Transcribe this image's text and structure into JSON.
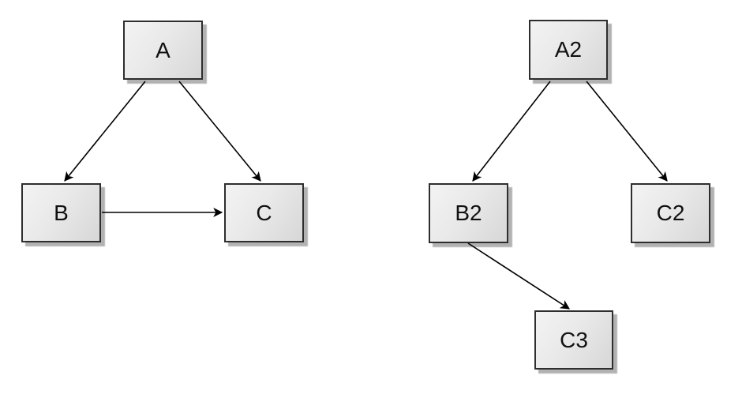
{
  "diagram": {
    "background_color": "#ffffff",
    "node_style": {
      "fill_light": "#f3f3f3",
      "fill_dark": "#d7d7d7",
      "border_color": "#2e2e2e",
      "shadow_color": "#b3b3b3",
      "text_color": "#111111"
    },
    "edge_style": {
      "color": "#000000",
      "arrowhead": "filled-dart"
    },
    "nodes": [
      {
        "id": "A",
        "label": "A"
      },
      {
        "id": "B",
        "label": "B"
      },
      {
        "id": "C",
        "label": "C"
      },
      {
        "id": "A2",
        "label": "A2"
      },
      {
        "id": "B2",
        "label": "B2"
      },
      {
        "id": "C2",
        "label": "C2"
      },
      {
        "id": "C3",
        "label": "C3"
      }
    ],
    "edges": [
      {
        "from": "A",
        "to": "B"
      },
      {
        "from": "A",
        "to": "C"
      },
      {
        "from": "B",
        "to": "C"
      },
      {
        "from": "A2",
        "to": "B2"
      },
      {
        "from": "A2",
        "to": "C2"
      },
      {
        "from": "B2",
        "to": "C3"
      }
    ],
    "graphs": [
      {
        "name": "left-graph",
        "node_ids": [
          "A",
          "B",
          "C"
        ]
      },
      {
        "name": "right-graph",
        "node_ids": [
          "A2",
          "B2",
          "C2",
          "C3"
        ]
      }
    ]
  }
}
